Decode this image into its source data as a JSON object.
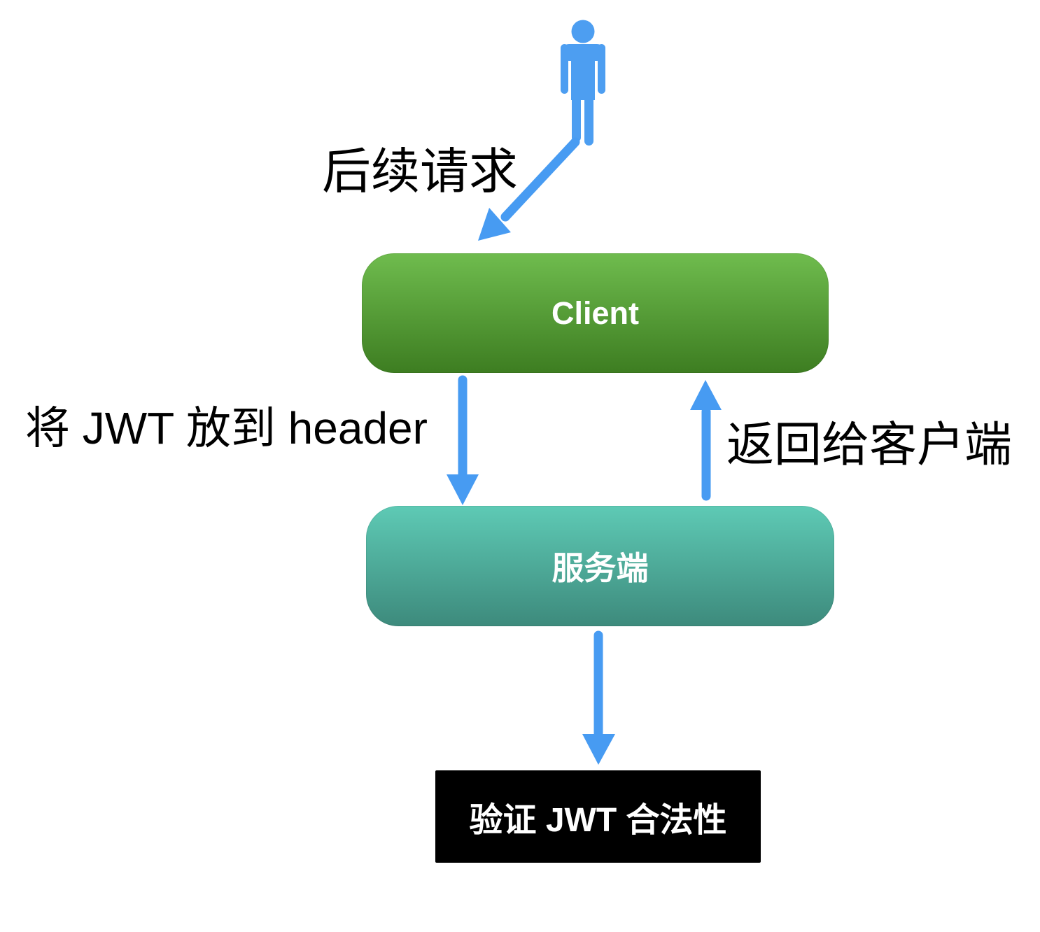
{
  "diagram": {
    "title": "JWT subsequent request verification flow",
    "actor": {
      "name": "user",
      "color": "#4D9EF1"
    },
    "labels": {
      "subsequent_request": "后续请求",
      "jwt_to_header": "将 JWT 放到 header",
      "return_to_client": "返回给客户端"
    },
    "nodes": {
      "client": {
        "label": "Client",
        "bg_top": "#6FBC4E",
        "bg_bottom": "#3D7D21",
        "text_color": "#FFFFFF"
      },
      "server": {
        "label": "服务端",
        "bg_top": "#5ECAB5",
        "bg_bottom": "#3D8A7C",
        "text_color": "#FFFFFF"
      },
      "verify": {
        "label": "验证 JWT 合法性",
        "bg": "#000000",
        "text_color": "#FFFFFF"
      }
    },
    "colors": {
      "arrow": "#479BF2",
      "label_text": "#000000",
      "background": "#FFFFFF"
    },
    "edges": [
      {
        "from": "user",
        "to": "client",
        "label": "后续请求"
      },
      {
        "from": "client",
        "to": "server",
        "label": "将 JWT 放到 header"
      },
      {
        "from": "server",
        "to": "client",
        "label": "返回给客户端"
      },
      {
        "from": "server",
        "to": "verify",
        "label": ""
      }
    ]
  }
}
